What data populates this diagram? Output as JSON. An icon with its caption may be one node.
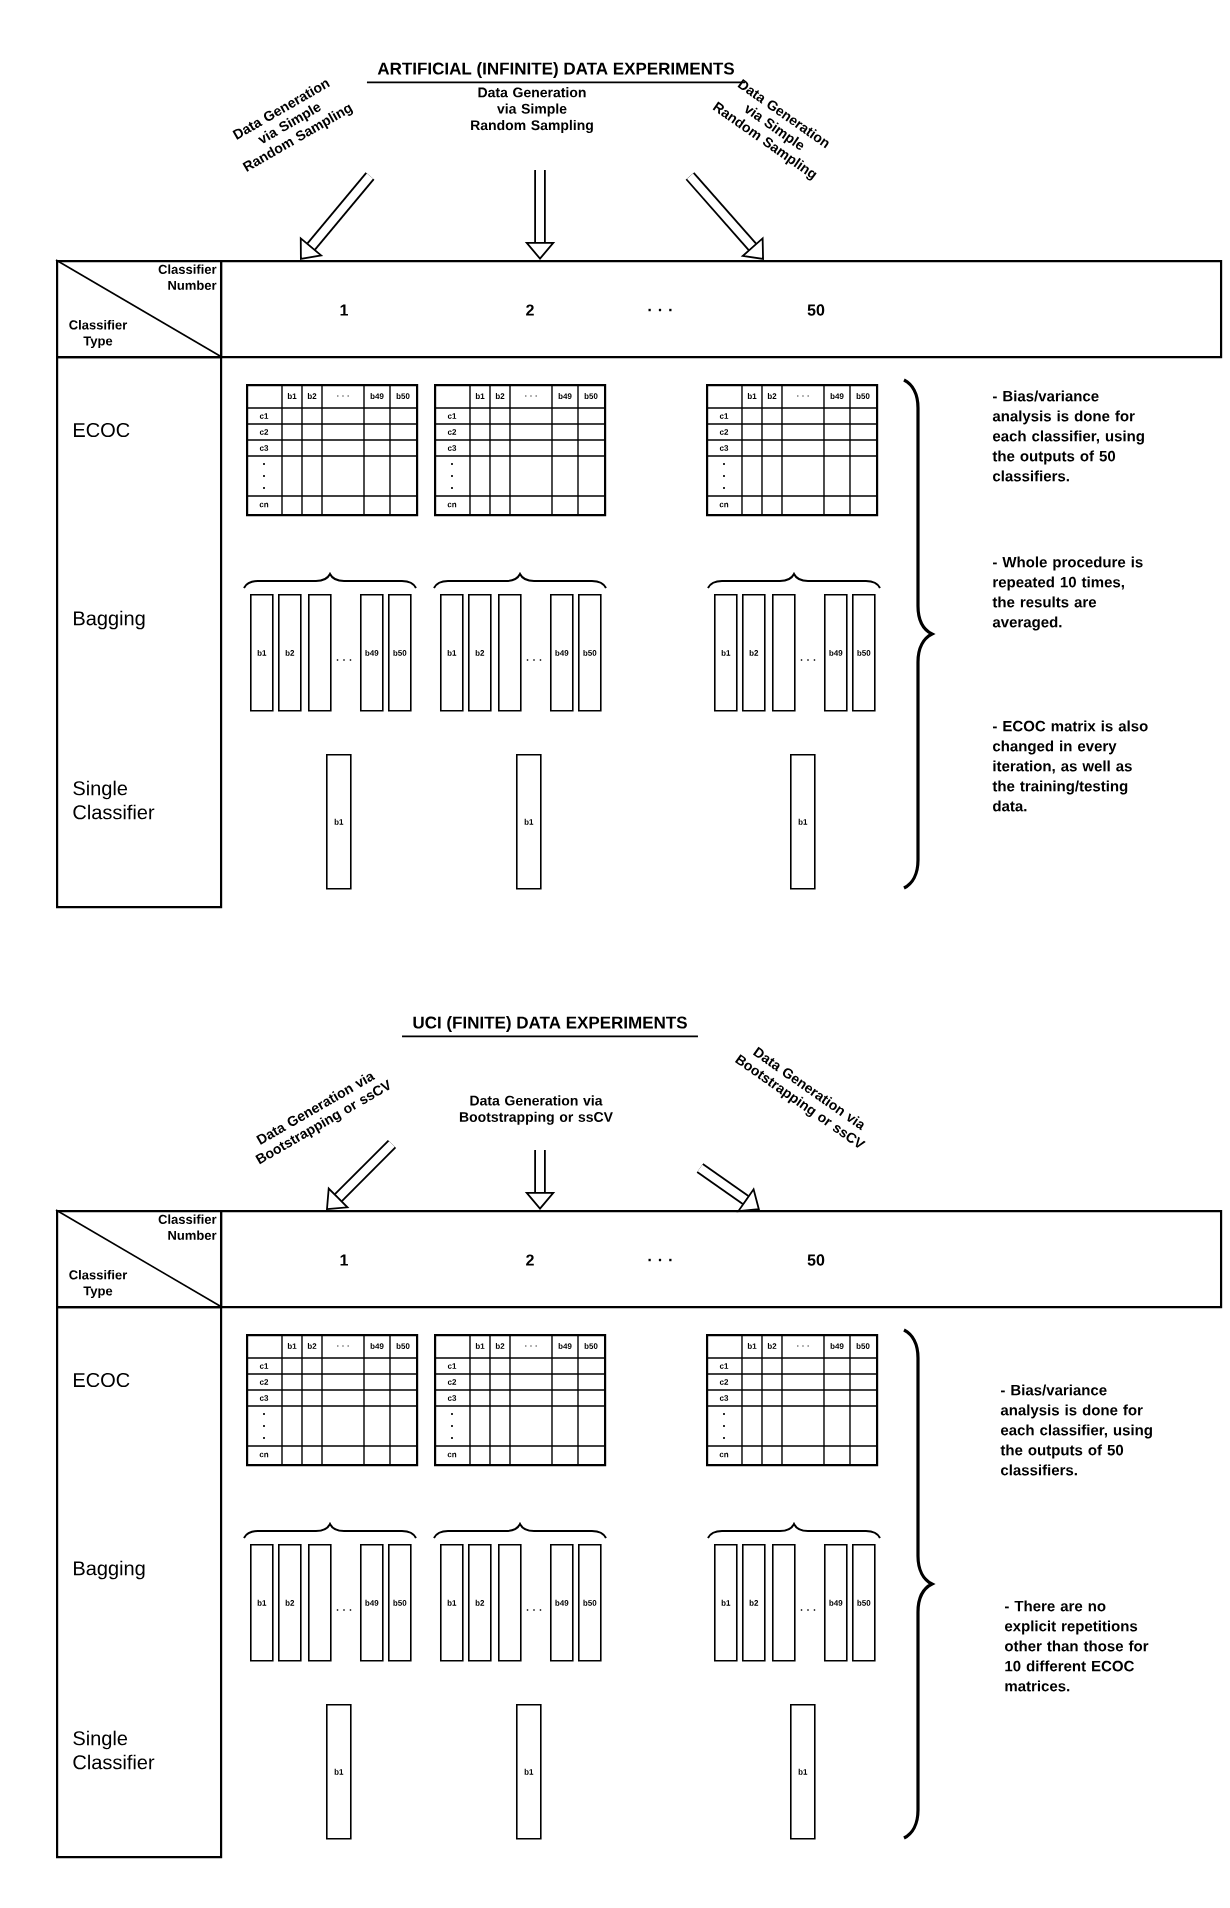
{
  "diagram": {
    "nodes": [
      {
        "text": [
          "Data Generation via Simple Random Sampling"
        ]
      },
      {
        "text": [
          "Data Generation via Simple Random Sampling"
        ]
      },
      {
        "text": [
          "Data Generation via Simple Random Sampling"
        ]
      },
      {
        "text": [
          "Classifier Number",
          "Classifier Type"
        ]
      },
      {
        "text": [
          "1",
          "2",
          ". . .",
          "50"
        ]
      },
      {
        "text": [
          "ECOC",
          "Bagging",
          "Single Classifier"
        ]
      },
      {
        "text": [
          "b1",
          "b2",
          ". . .",
          "b49",
          "b50",
          "c1",
          "c2",
          "c3",
          "cn"
        ]
      },
      {
        "text": [
          "b1",
          "b2",
          ". . .",
          "b49",
          "b50",
          "c1",
          "c2",
          "c3",
          "cn"
        ]
      },
      {
        "text": [
          "b1",
          "b2",
          ". . .",
          "b49",
          "b50",
          "c1",
          "c2",
          "c3",
          "cn"
        ]
      },
      {
        "text": [
          "b1"
        ]
      },
      {
        "text": [
          "b2"
        ]
      },
      {
        "text": [],
        "shape": "bar"
      },
      {
        "text": [
          "b49"
        ]
      },
      {
        "text": [
          "b50"
        ]
      },
      {
        "text": [
          "b1"
        ]
      },
      {
        "text": [
          "b2"
        ]
      },
      {
        "text": [],
        "shape": "bar"
      },
      {
        "text": [
          "b49"
        ]
      },
      {
        "text": [
          "b50"
        ]
      },
      {
        "text": [
          "b1"
        ]
      },
      {
        "text": [
          "b2"
        ]
      },
      {
        "text": [],
        "shape": "bar"
      },
      {
        "text": [
          "b49"
        ]
      },
      {
        "text": [
          "b50"
        ]
      },
      {
        "text": [
          "b1"
        ]
      },
      {
        "text": [
          "b1"
        ]
      },
      {
        "text": [
          "b1"
        ]
      },
      {
        "text": [
          "Data Generation via Bootstrapping or ssCV"
        ]
      },
      {
        "text": [
          "Data Generation via Bootstrapping or ssCV"
        ]
      },
      {
        "text": [
          "Data Generation via Bootstrapping or ssCV"
        ]
      },
      {
        "text": [
          "Classifier Number",
          "Classifier Type"
        ]
      },
      {
        "text": [
          "1",
          "2",
          ". . .",
          "50"
        ]
      },
      {
        "text": [
          "ECOC",
          "Bagging",
          "Single Classifier"
        ]
      },
      {
        "text": [
          "b1",
          "b2",
          ". . .",
          "b49",
          "b50",
          "c1",
          "c2",
          "c3",
          "cn"
        ]
      },
      {
        "text": [
          "b1",
          "b2",
          ". . .",
          "b49",
          "b50",
          "c1",
          "c2",
          "c3",
          "cn"
        ]
      },
      {
        "text": [
          "b1",
          "b2",
          ". . .",
          "b49",
          "b50",
          "c1",
          "c2",
          "c3",
          "cn"
        ]
      },
      {
        "text": [
          "b1"
        ]
      },
      {
        "text": [
          "b2"
        ]
      },
      {
        "text": [],
        "shape": "bar"
      },
      {
        "text": [
          "b49"
        ]
      },
      {
        "text": [
          "b50"
        ]
      },
      {
        "text": [
          "b1"
        ]
      },
      {
        "text": [
          "b2"
        ]
      },
      {
        "text": [],
        "shape": "bar"
      },
      {
        "text": [
          "b49"
        ]
      },
      {
        "text": [
          "b50"
        ]
      },
      {
        "text": [
          "b1"
        ]
      },
      {
        "text": [
          "b2"
        ]
      },
      {
        "text": [],
        "shape": "bar"
      },
      {
        "text": [
          "b49"
        ]
      },
      {
        "text": [
          "b50"
        ]
      },
      {
        "text": [
          "b1"
        ]
      },
      {
        "text": [
          "b1"
        ]
      },
      {
        "text": [
          "b1"
        ]
      }
    ],
    "edges": [
      {
        "from": 0,
        "to": 4,
        "arrow": "to"
      },
      {
        "from": 1,
        "to": 4,
        "arrow": "to"
      },
      {
        "from": 2,
        "to": 4,
        "arrow": "to"
      },
      {
        "from": 27,
        "to": 31,
        "arrow": "to"
      },
      {
        "from": 28,
        "to": 31,
        "arrow": "to"
      },
      {
        "from": 29,
        "to": 31,
        "arrow": "to"
      }
    ],
    "labels": [
      "ARTIFICIAL (INFINITE) DATA EXPERIMENTS",
      ". . .",
      ". . .",
      ". . .",
      "- Bias/variance analysis is done for each classifier, using the outputs of 50 classifiers.",
      "- Whole procedure is repeated 10 times, the results are averaged.",
      "- ECOC matrix is also changed in every iteration, as well as the training/testing data.",
      "UCI (FINITE) DATA EXPERIMENTS",
      ". . .",
      ". . .",
      ". . .",
      "- Bias/variance analysis is done for each classifier, using the outputs of 50 classifiers.",
      "- There are no explicit repetitions other than those for 10 different ECOC matrices."
    ]
  }
}
